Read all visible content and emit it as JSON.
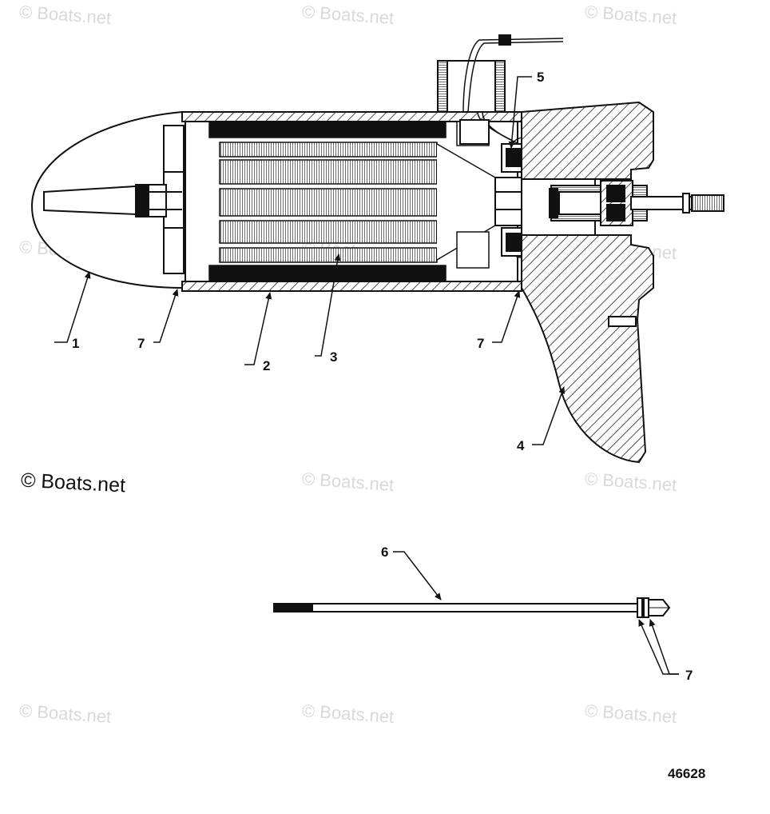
{
  "watermark": {
    "text": "© Boats.net"
  },
  "copyright": {
    "text": "© Boats.net"
  },
  "callouts": {
    "c1": "1",
    "c7a": "7",
    "c2": "2",
    "c3": "3",
    "c7b": "7",
    "c5": "5",
    "c4": "4",
    "c6": "6",
    "c7c": "7"
  },
  "drawing_number": "46628"
}
